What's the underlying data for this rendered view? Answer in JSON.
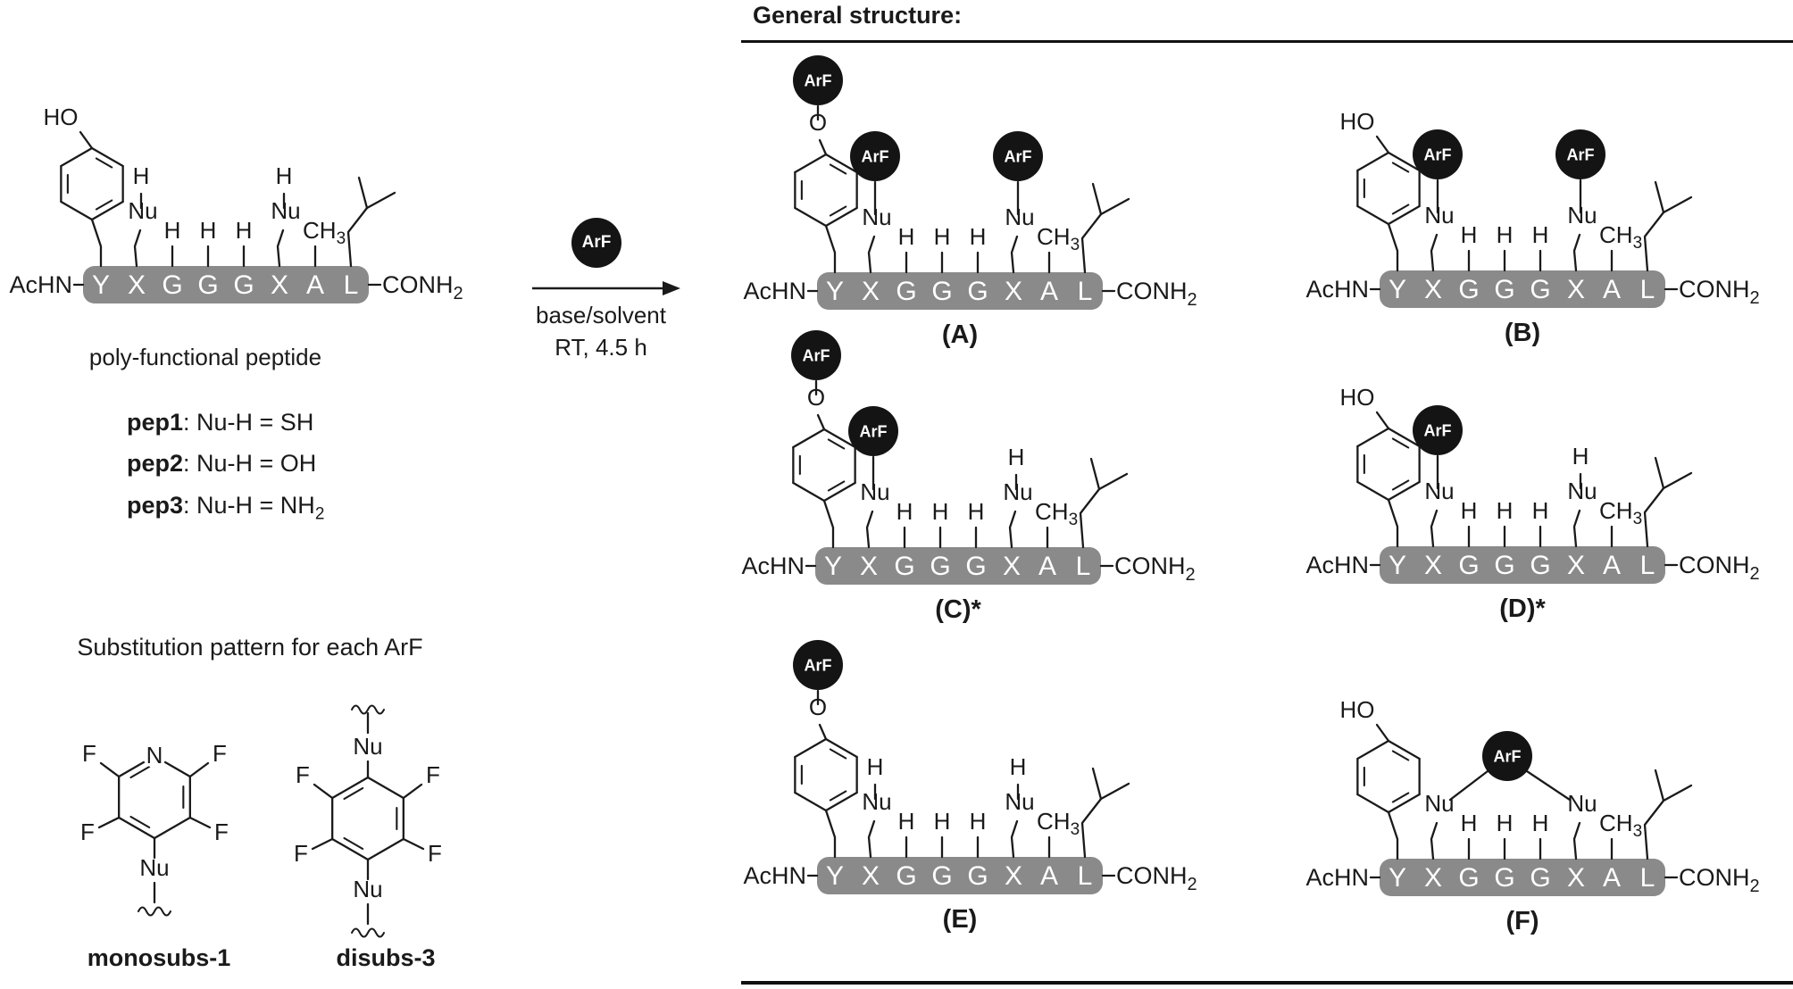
{
  "page": {
    "background": "#ffffff",
    "text_color": "#1a1a1a"
  },
  "left": {
    "reactant_caption": "poly-functional peptide",
    "pep_list": [
      {
        "name": "pep1",
        "rest": ": Nu-H = SH"
      },
      {
        "name": "pep2",
        "rest": ": Nu-H = OH"
      },
      {
        "name": "pep3",
        "rest": ": Nu-H = NH",
        "sub": "2"
      }
    ],
    "substitution_title": "Substitution pattern for each ArF",
    "monosubs_label": "monosubs-1",
    "disubs_label": "disubs-3"
  },
  "reaction": {
    "reagent": "ArF",
    "conditions_line1": "base/solvent",
    "conditions_line2": "RT, 4.5 h"
  },
  "right": {
    "header": "General structure:"
  },
  "chem": {
    "residues": [
      "Y",
      "X",
      "G",
      "G",
      "G",
      "X",
      "A",
      "L"
    ],
    "left_cap": "AcHN",
    "right_cap": "CONH",
    "right_cap_sub": "2",
    "nu": "Nu",
    "h": "H",
    "ch3": "CH",
    "ch3_sub": "3",
    "o": "O",
    "ho": "HO",
    "arf": "ArF",
    "n": "N",
    "f": "F",
    "bar_color": "#8a8a8a",
    "bar_text_color": "#ffffff",
    "circle_color": "#141414",
    "line_color": "#1a1a1a"
  },
  "structures": [
    {
      "id": "reactant",
      "tyr": "HO",
      "nu1": "H",
      "nu2": "H",
      "bridge": false,
      "label": ""
    },
    {
      "id": "A",
      "tyr": "OArF",
      "nu1": "ArF",
      "nu2": "ArF",
      "bridge": false,
      "label": "(A)"
    },
    {
      "id": "B",
      "tyr": "HO",
      "nu1": "ArF",
      "nu2": "ArF",
      "bridge": false,
      "label": "(B)"
    },
    {
      "id": "C",
      "tyr": "OArF",
      "nu1": "ArF",
      "nu2": "H",
      "bridge": false,
      "label": "(C)*"
    },
    {
      "id": "D",
      "tyr": "HO",
      "nu1": "ArF",
      "nu2": "H",
      "bridge": false,
      "label": "(D)*"
    },
    {
      "id": "E",
      "tyr": "OArF",
      "nu1": "H",
      "nu2": "H",
      "bridge": false,
      "label": "(E)"
    },
    {
      "id": "F",
      "tyr": "HO",
      "nu1": "bridge",
      "nu2": "bridge",
      "bridge": true,
      "label": "(F)"
    }
  ]
}
